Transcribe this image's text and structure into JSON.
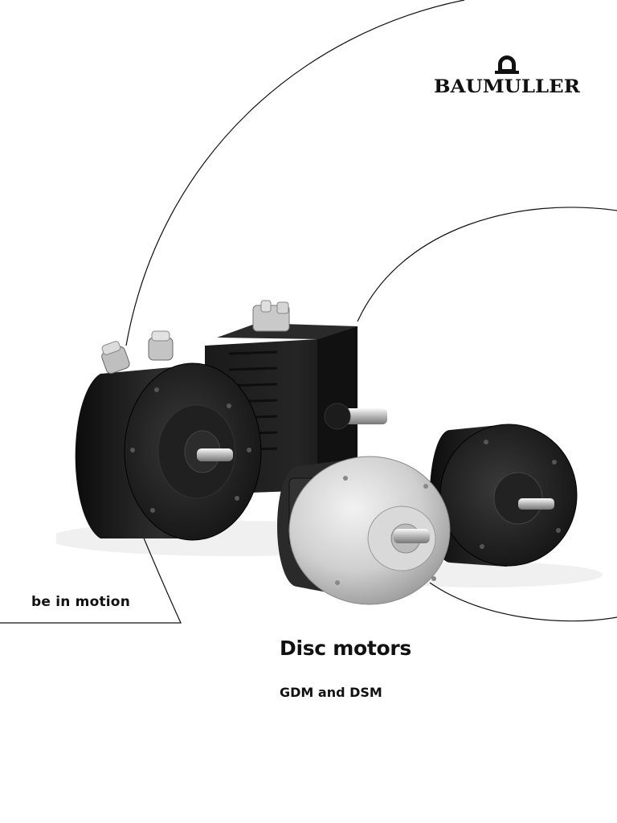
{
  "brand": {
    "name": "BAUMULLER"
  },
  "tagline": "be in motion",
  "title": "Disc motors",
  "subtitle": "GDM and DSM",
  "colors": {
    "text": "#111111",
    "motor_dark": "#1c1c1c",
    "motor_silver": "#cfcfcf",
    "background": "#ffffff"
  },
  "icons": {
    "logo": "baumuller-logo-icon"
  }
}
